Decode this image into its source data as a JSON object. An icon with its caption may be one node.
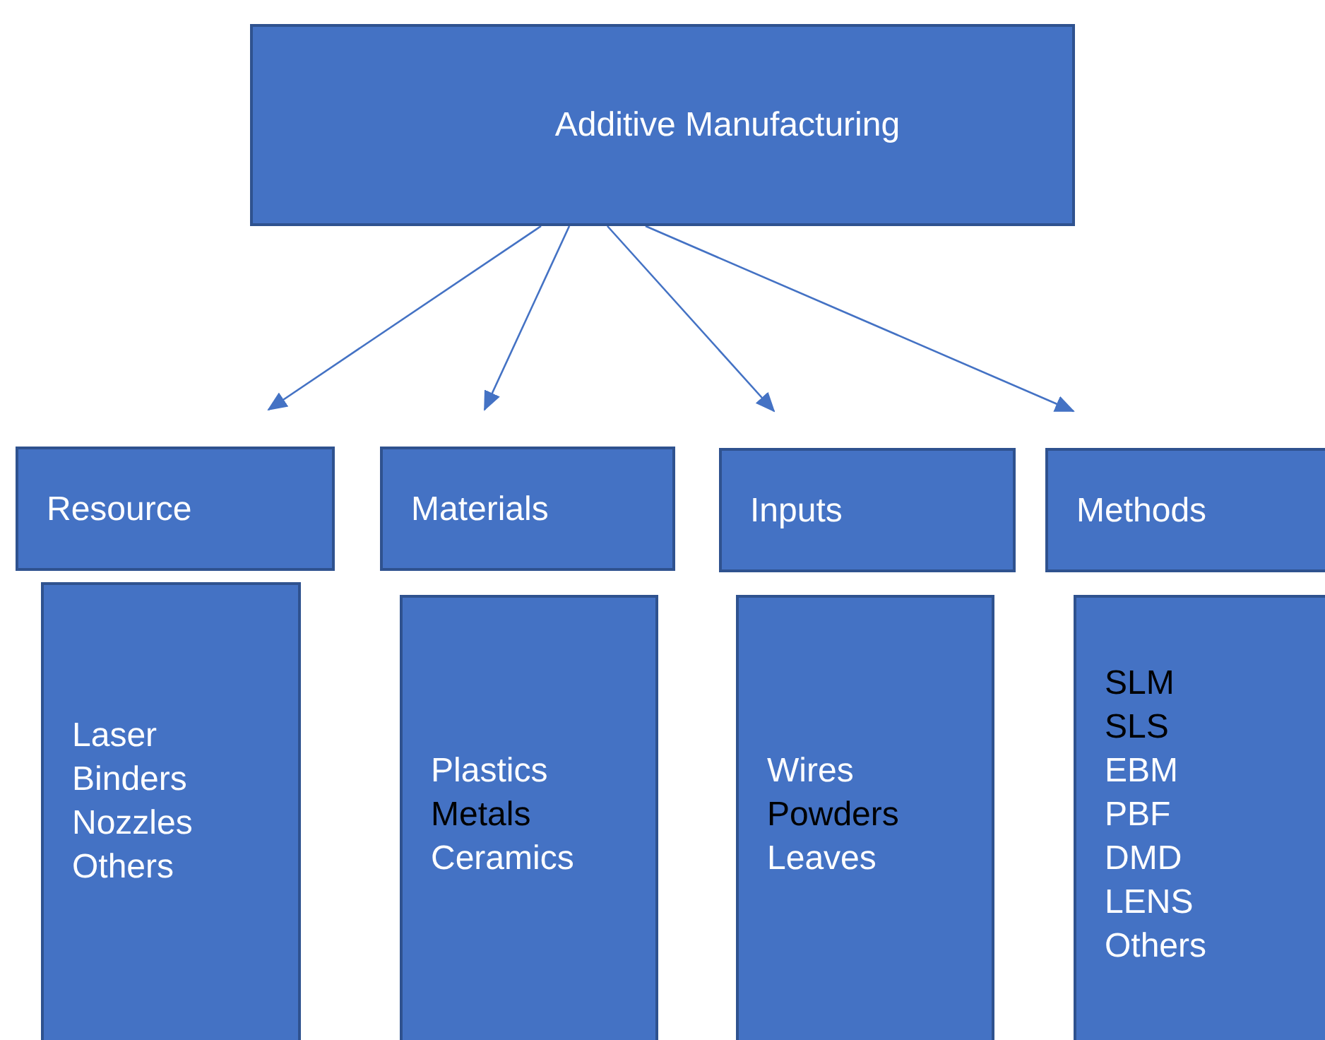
{
  "diagram": {
    "nodes": [
      {
        "text": [
          "Additive Manufacturing"
        ]
      },
      {
        "text": [
          "Resource"
        ]
      },
      {
        "text": [
          "Laser",
          "Binders",
          "Nozzles",
          "Others"
        ]
      },
      {
        "text": [
          "Materials"
        ]
      },
      {
        "text": [
          "Plastics",
          "Metals",
          "Ceramics"
        ]
      },
      {
        "text": [
          "Inputs"
        ]
      },
      {
        "text": [
          "Wires",
          "Powders",
          "Leaves"
        ]
      },
      {
        "text": [
          "Methods"
        ]
      },
      {
        "text": [
          "SLM",
          "SLS",
          "EBM",
          "PBF",
          "DMD",
          "LENS",
          "Others"
        ]
      }
    ],
    "edges": [
      {
        "from": 0,
        "to": 1,
        "arrow": "to"
      },
      {
        "from": 0,
        "to": 3,
        "arrow": "to"
      },
      {
        "from": 0,
        "to": 5,
        "arrow": "to"
      },
      {
        "from": 0,
        "to": 7,
        "arrow": "to"
      }
    ]
  }
}
